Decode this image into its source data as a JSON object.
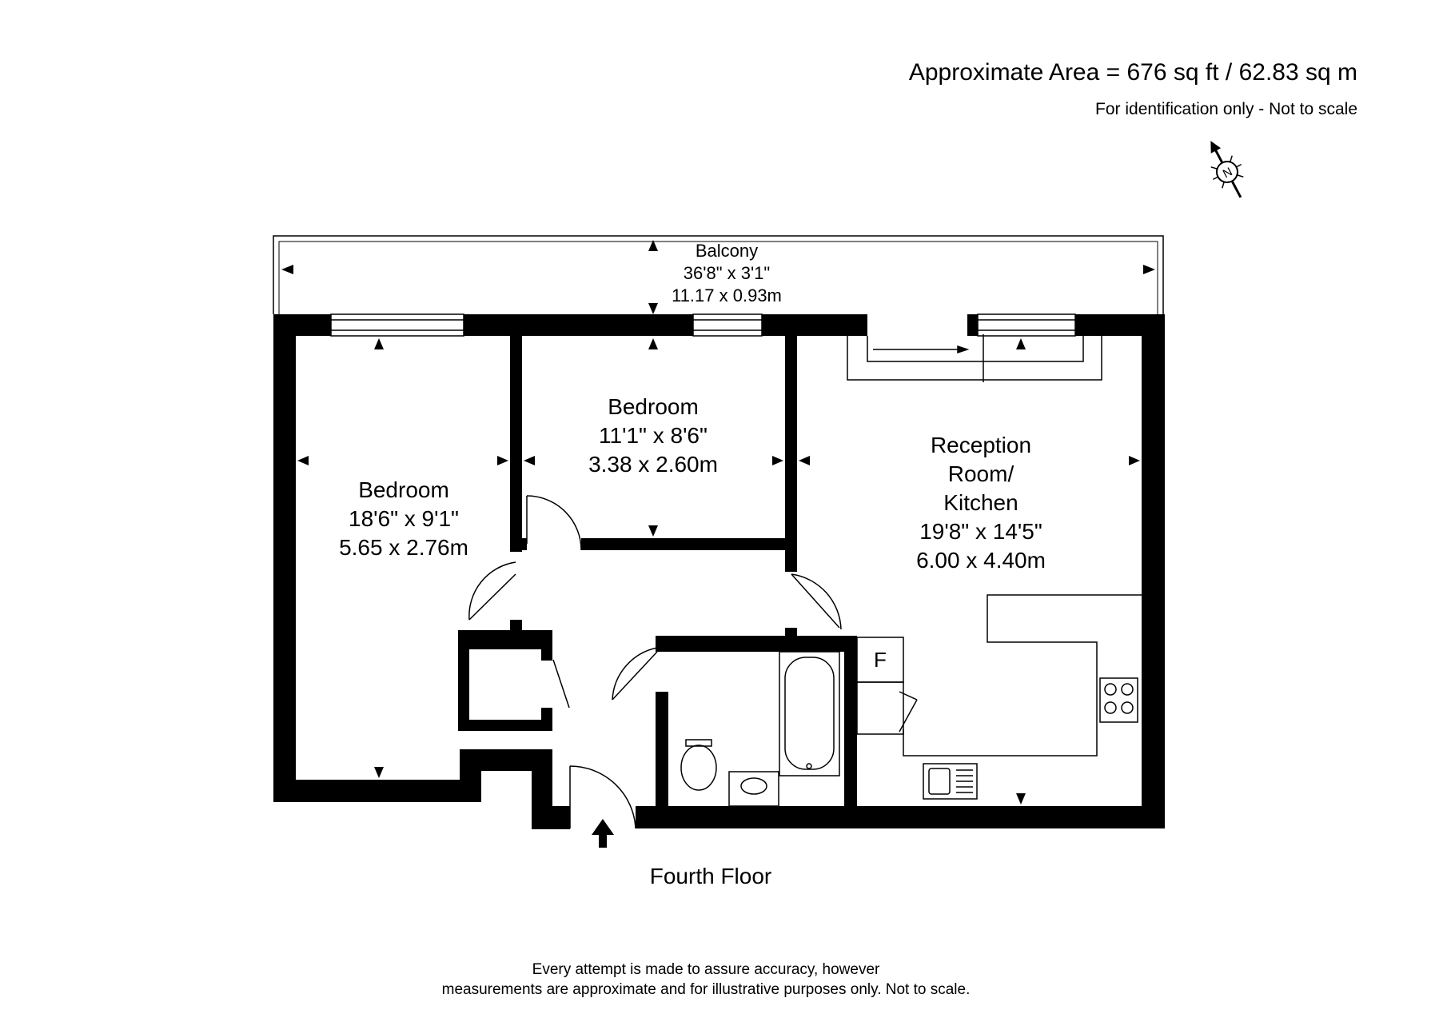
{
  "header": {
    "area": "Approximate Area = 676 sq ft / 62.83 sq m",
    "note": "For identification only - Not to scale"
  },
  "compass": {
    "letter": "N",
    "icon": "north-compass-icon"
  },
  "rooms": {
    "balcony": {
      "name": "Balcony",
      "imperial": "36'8\" x 3'1\"",
      "metric": "11.17 x 0.93m"
    },
    "bedroom_left": {
      "name": "Bedroom",
      "imperial": "18'6\" x 9'1\"",
      "metric": "5.65 x 2.76m"
    },
    "bedroom_mid": {
      "name": "Bedroom",
      "imperial": "11'1\" x 8'6\"",
      "metric": "3.38 x 2.60m"
    },
    "reception": {
      "name_1": "Reception",
      "name_2": "Room/",
      "name_3": "Kitchen",
      "imperial": "19'8\" x 14'5\"",
      "metric": "6.00 x 4.40m"
    },
    "fridge": {
      "label": "F"
    }
  },
  "floor": {
    "label": "Fourth Floor"
  },
  "footer": {
    "line1": "Every attempt is made to assure accuracy, however",
    "line2": "measurements are approximate and for illustrative purposes only. Not to scale."
  },
  "colors": {
    "walls": "#000000",
    "background": "#ffffff"
  }
}
